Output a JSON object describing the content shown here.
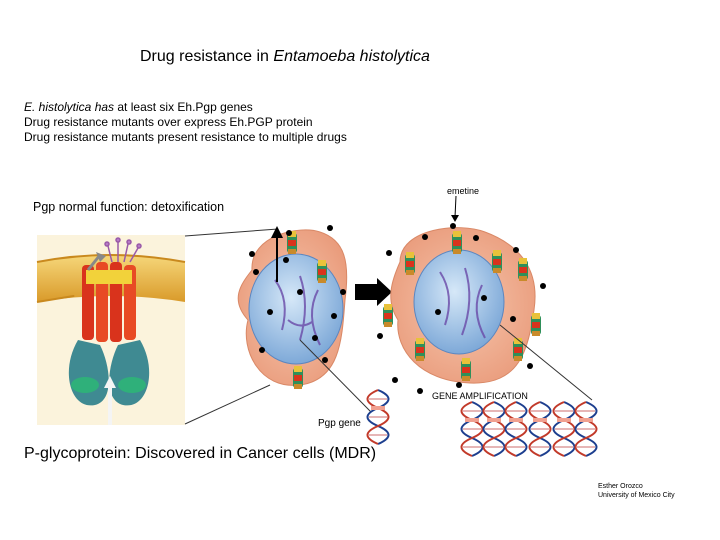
{
  "title": {
    "prefix": "Drug resistance in ",
    "italic": "Entamoeba histolytica"
  },
  "bullets": [
    {
      "italic": "E. histolytica has",
      "text": " at least six Eh.Pgp genes"
    },
    {
      "italic": "",
      "text": "Drug resistance mutants over express Eh.PGP protein"
    },
    {
      "italic": "",
      "text": "Drug resistance mutants present resistance to multiple drugs"
    }
  ],
  "labels": {
    "pgp_normal": "Pgp normal function: detoxification",
    "emetine": "emetine",
    "gene_amplification": "GENE AMPLIFICATION",
    "pgp_gene": "Pgp gene",
    "p_glycoprotein": "P-glycoprotein: Discovered in Cancer cells (MDR)"
  },
  "credit": {
    "line1": "Esther Orozco",
    "line2": "University of Mexico City"
  },
  "colors": {
    "membrane": "#e8b64a",
    "cytoplasm": "#eea98a",
    "nucleus": "#a9c8e8",
    "helix_red": "#d9331c",
    "helix_teal": "#3f8a92"
  }
}
